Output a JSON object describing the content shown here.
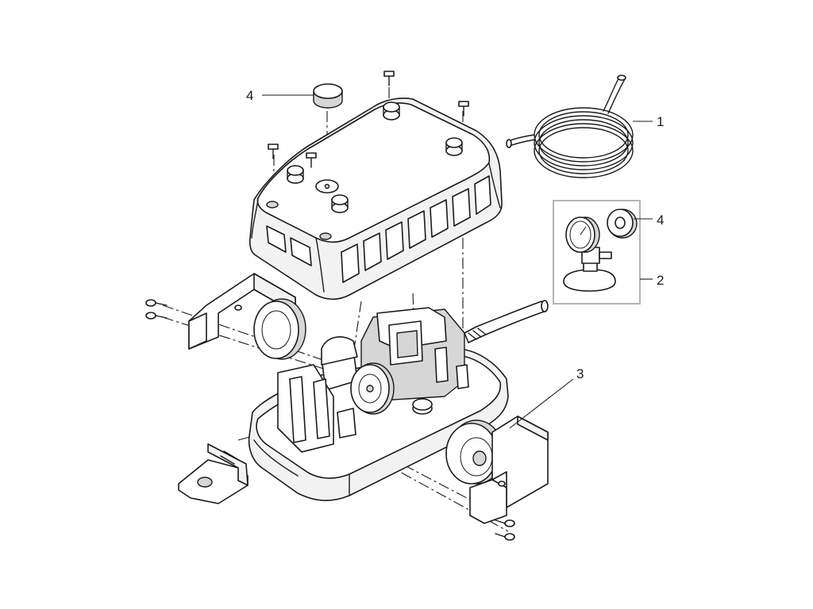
{
  "diagram": {
    "callouts": {
      "hose": "1",
      "gauge_set": "2",
      "membrane": "3",
      "valve_disc_top": "4",
      "valve_disc_right": "4"
    }
  }
}
